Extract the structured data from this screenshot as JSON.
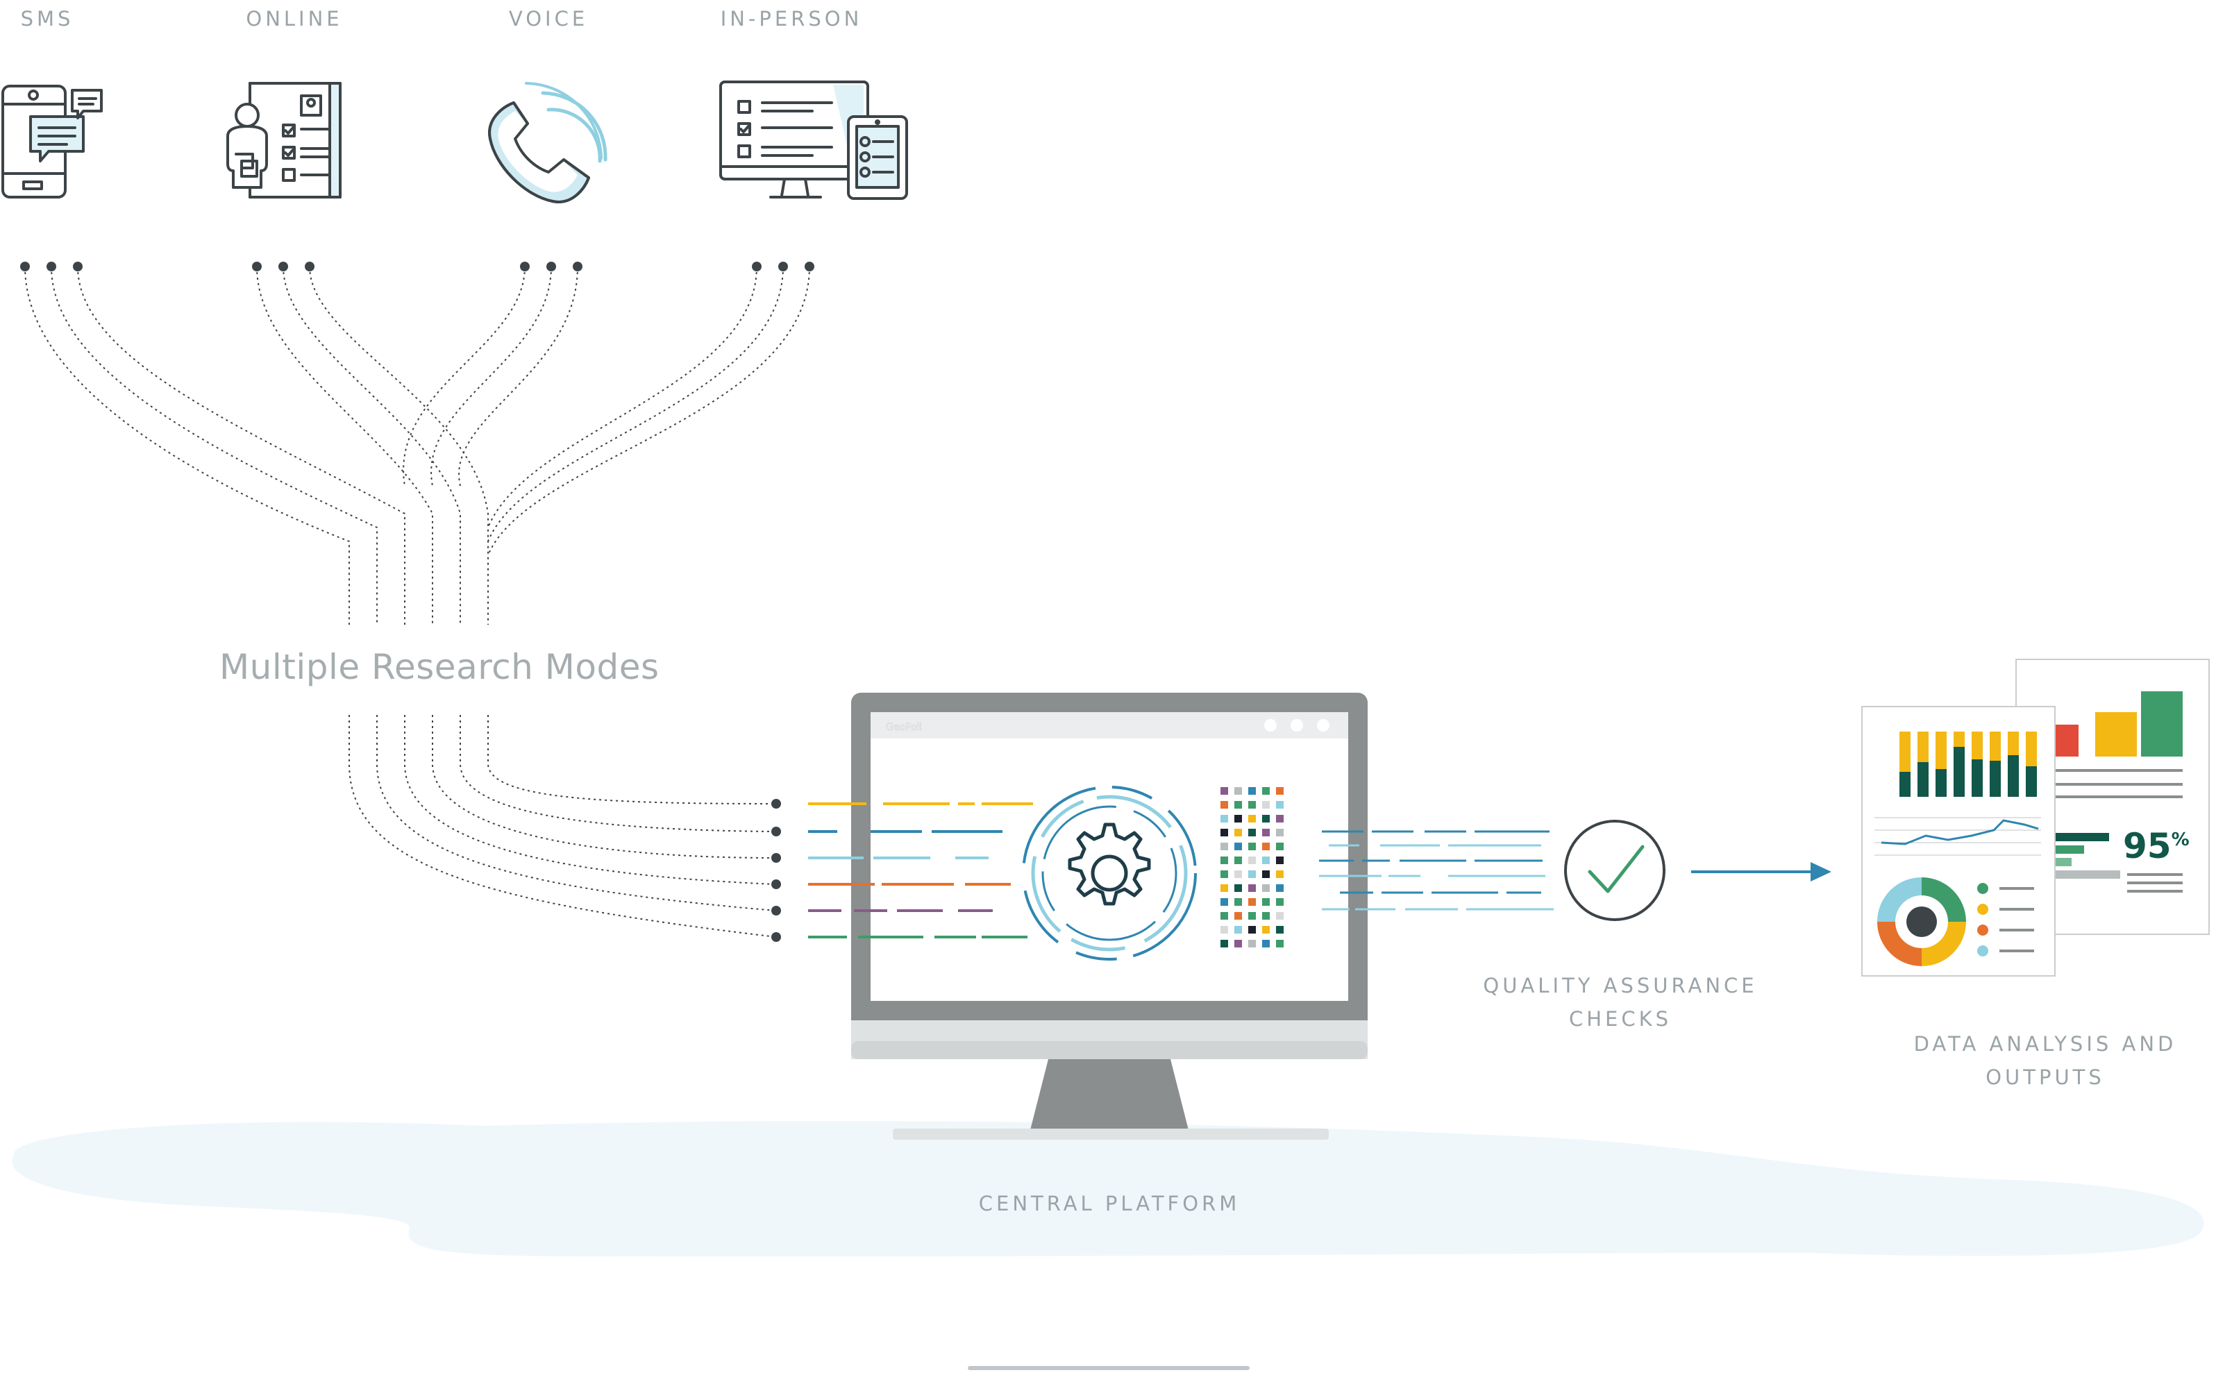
{
  "modes": [
    {
      "label": "SMS",
      "icon": "smartphone-chat-icon"
    },
    {
      "label": "ONLINE",
      "icon": "online-form-icon"
    },
    {
      "label": "VOICE",
      "icon": "phone-icon"
    },
    {
      "label": "IN-PERSON",
      "icon": "desktop-tablet-form-icon"
    }
  ],
  "multiple_research_modes": "Multiple Research Modes",
  "screen_brand": "GeoPoll",
  "quality_assurance": {
    "line1": "QUALITY ASSURANCE",
    "line2": "CHECKS",
    "icon": "check-circle-icon"
  },
  "outputs": {
    "line1": "DATA ANALYSIS AND",
    "line2": "OUTPUTS",
    "percent": "95",
    "percent_sign": "%"
  },
  "central_platform": "CENTRAL PLATFORM",
  "colors": {
    "line_dark": "#3d4447",
    "accent_blue": "#2f86b0",
    "light_blue": "#8ecfe0",
    "yellow": "#f4b814",
    "orange": "#e5712d",
    "purple": "#8a5a8c",
    "green": "#3d9c6a",
    "dark_teal": "#11574a",
    "red": "#e24b3a",
    "monitor_gray": "#8a8e8e",
    "cloud": "#eff7fb"
  }
}
